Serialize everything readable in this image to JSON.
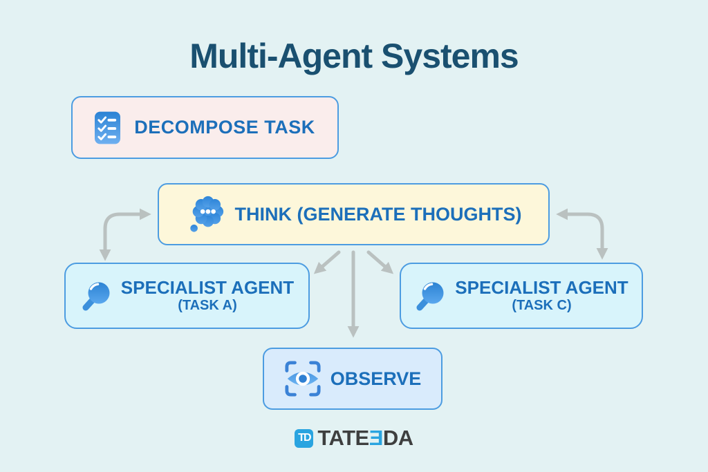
{
  "title": "Multi-Agent Systems",
  "nodes": {
    "decompose": {
      "label": "DECOMPOSE TASK",
      "icon": "checklist-icon",
      "fill": "#FAEDEC"
    },
    "think": {
      "label": "THINK (GENERATE THOUGHTS)",
      "icon": "thought-cloud-icon",
      "fill": "#FDF7DA"
    },
    "agent_a": {
      "label": "SPECIALIST AGENT",
      "sublabel": "(TASK A)",
      "icon": "magnifier-icon",
      "fill": "#D8F4FB"
    },
    "agent_c": {
      "label": "SPECIALIST AGENT",
      "sublabel": "(TASK C)",
      "icon": "magnifier-icon",
      "fill": "#D8F4FB"
    },
    "observe": {
      "label": "OBSERVE",
      "icon": "eye-scan-icon",
      "fill": "#D9EBFC"
    }
  },
  "edges": [
    {
      "from": "THINK (GENERATE THOUGHTS)",
      "to": "SPECIALIST AGENT (TASK A)",
      "type": "curved",
      "bidirectional": true
    },
    {
      "from": "THINK (GENERATE THOUGHTS)",
      "to": "SPECIALIST AGENT (TASK A)",
      "type": "diagonal",
      "bidirectional": false
    },
    {
      "from": "THINK (GENERATE THOUGHTS)",
      "to": "OBSERVE",
      "type": "straight-down",
      "bidirectional": false
    },
    {
      "from": "THINK (GENERATE THOUGHTS)",
      "to": "SPECIALIST AGENT (TASK C)",
      "type": "diagonal",
      "bidirectional": false
    },
    {
      "from": "THINK (GENERATE THOUGHTS)",
      "to": "SPECIALIST AGENT (TASK C)",
      "type": "curved",
      "bidirectional": true
    }
  ],
  "logo": {
    "monogram": "TD",
    "text_left": "TATE",
    "reversed_e": "Ǝ",
    "text_right": "DA"
  },
  "colors": {
    "background": "#E3F2F3",
    "title": "#1A5070",
    "label_blue": "#1C6FBA",
    "node_border": "#4C9CE1",
    "decompose_fill": "#FAEDEC",
    "think_fill": "#FDF7DA",
    "agent_fill": "#D8F4FB",
    "observe_fill": "#D9EBFC",
    "arrow_gray": "#BAC1C0",
    "icon_blue": "#2E85D8",
    "logo_dark": "#3E3F3F",
    "logo_blue": "#29A4E0"
  }
}
